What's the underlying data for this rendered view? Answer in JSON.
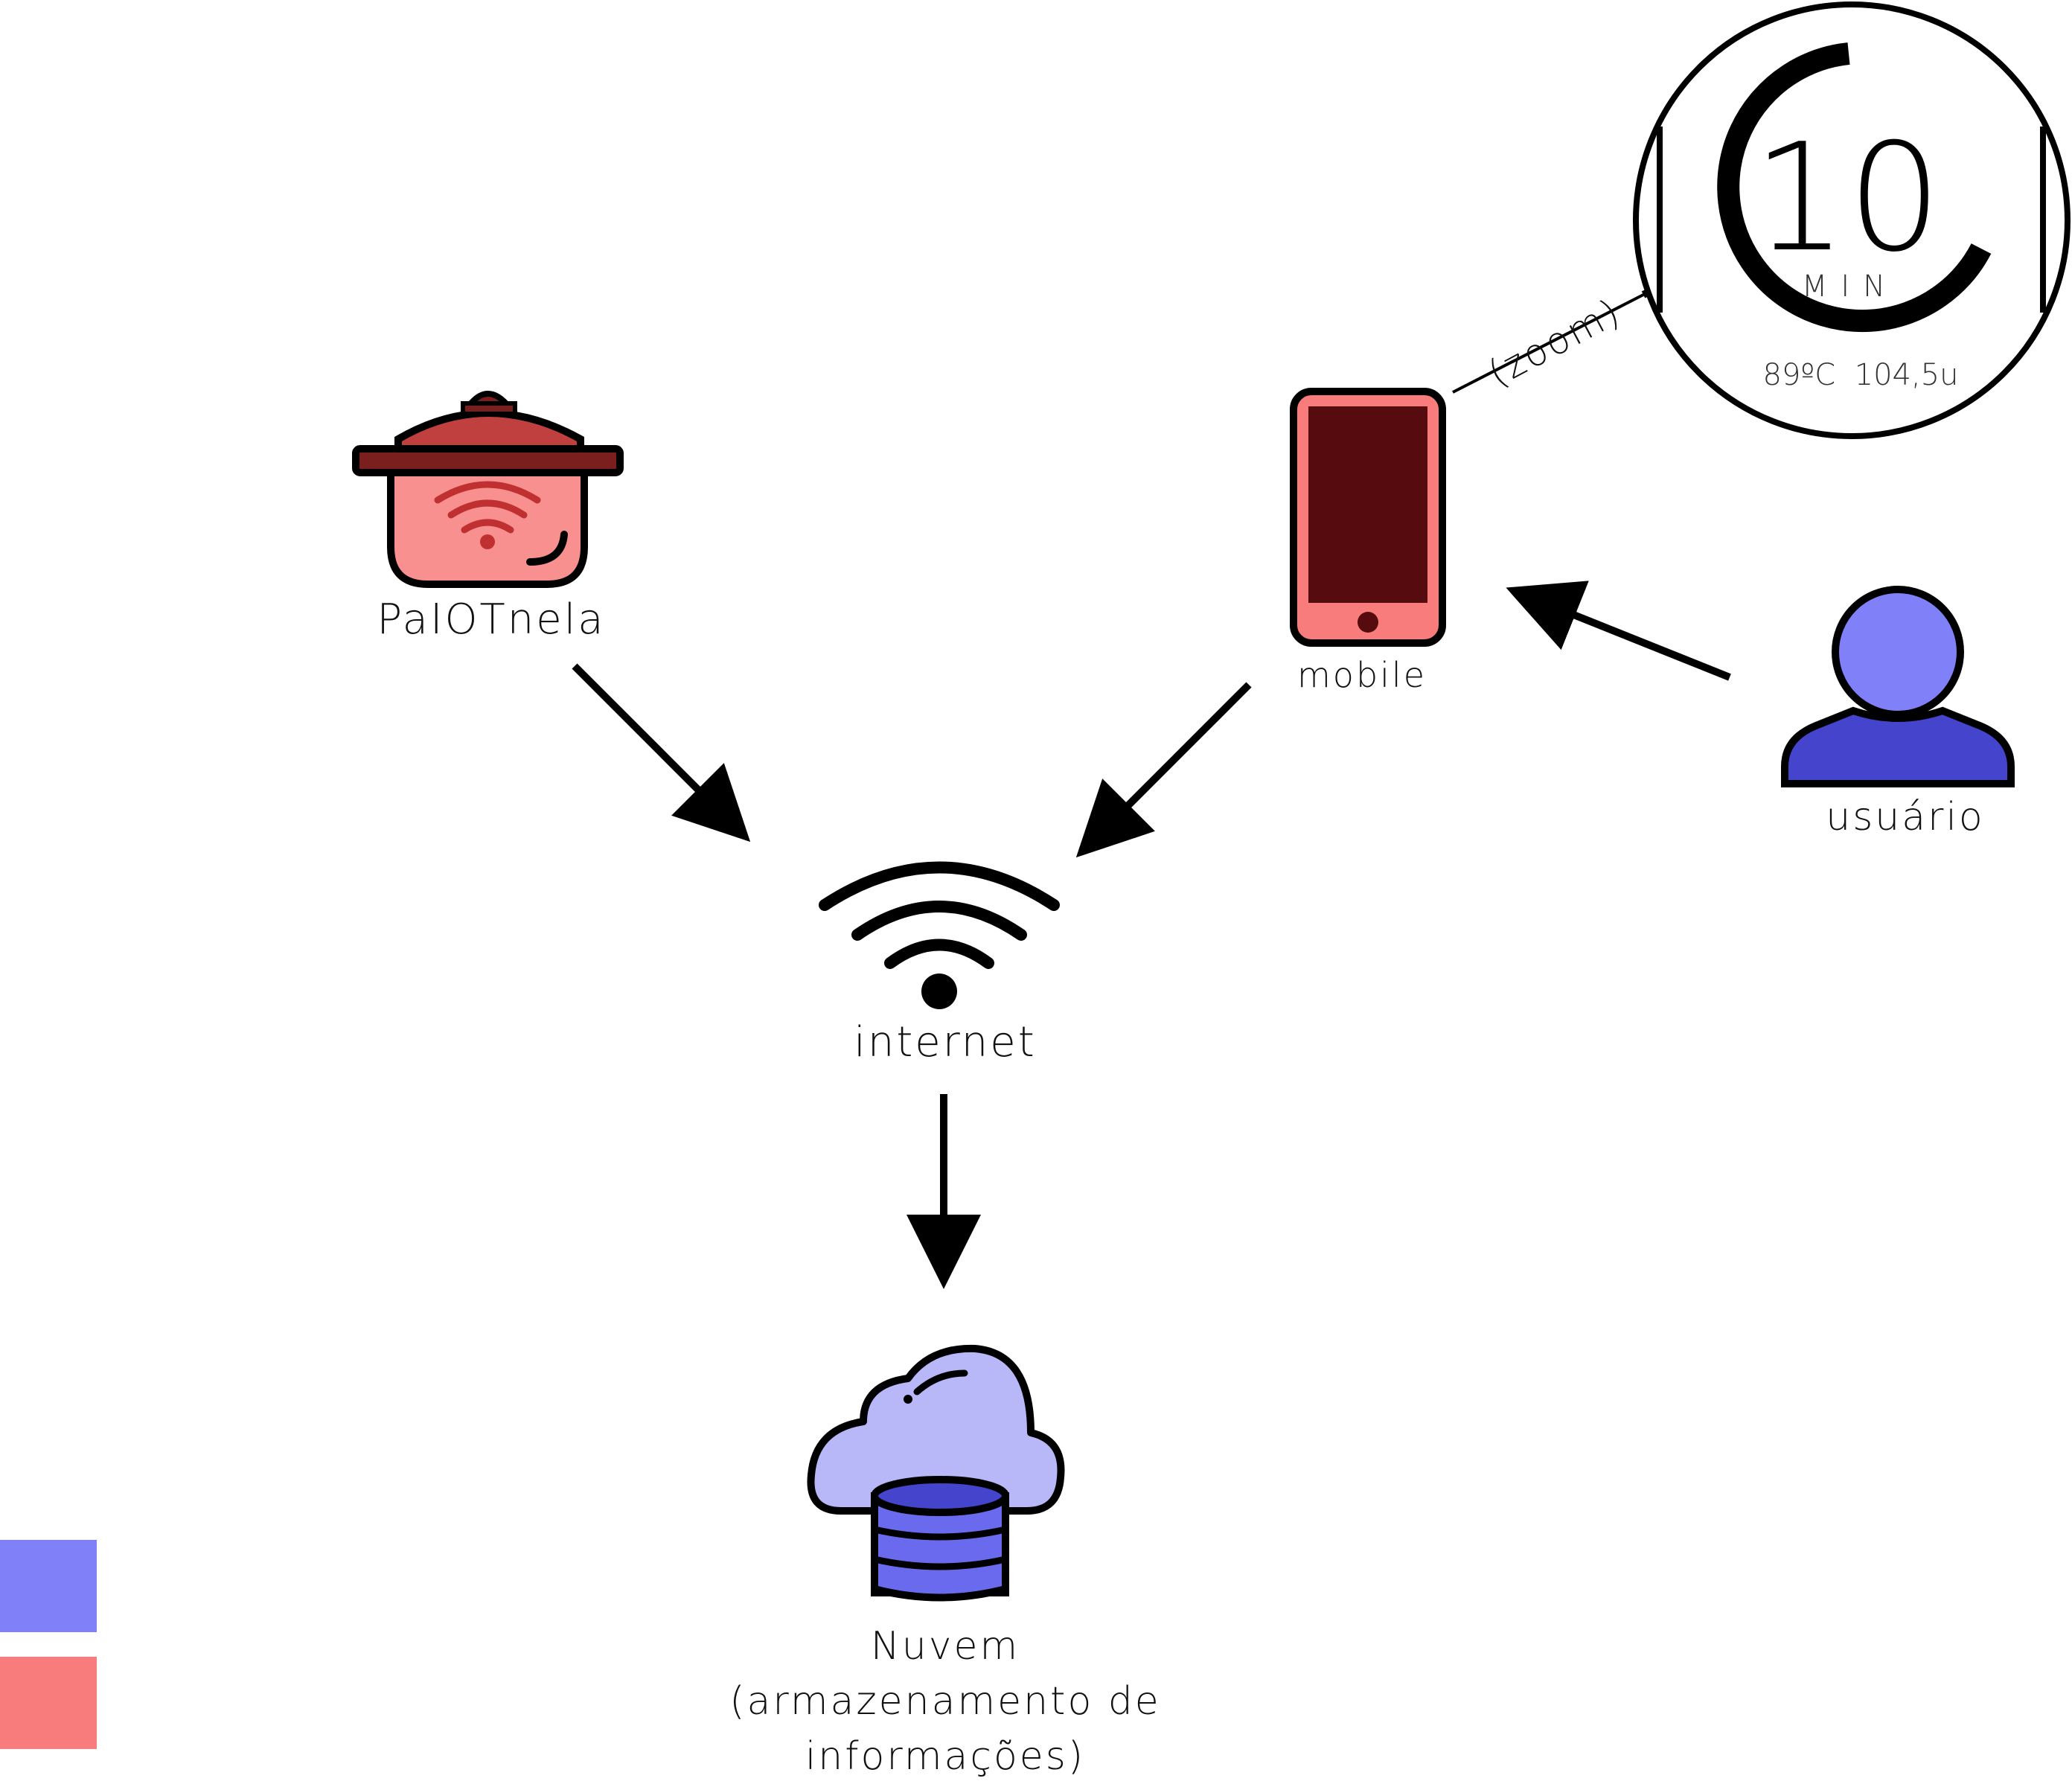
{
  "nodes": {
    "pot": "PaIOTnela",
    "mobile": "mobile",
    "user": "usuário",
    "internet": "internet",
    "cloud": "Nuvem (armazenamento de informações)"
  },
  "zoom_label": "(zoom)",
  "zoom_display": {
    "number": "10",
    "unit": "MIN",
    "readings": "89ºC  104,5u"
  },
  "colors": {
    "blue": "#8080f8",
    "blue_dark": "#4444cc",
    "red": "#f87c7c",
    "red_dark": "#c04040",
    "screen": "#560b0e"
  },
  "legend": [
    "blue",
    "red"
  ]
}
